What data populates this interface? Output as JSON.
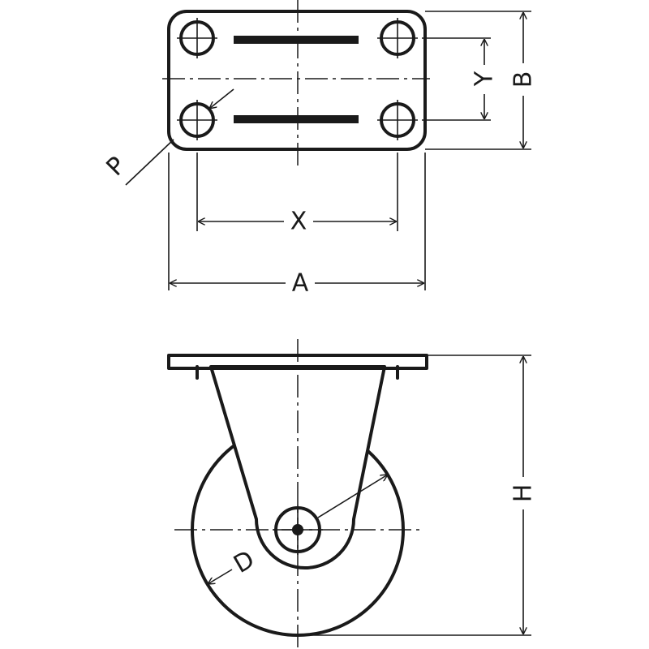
{
  "labels": {
    "A": "A",
    "B": "B",
    "X": "X",
    "Y": "Y",
    "P": "P",
    "H": "H",
    "D": "D"
  },
  "colors": {
    "line": "#1a1a1a",
    "background": "#ffffff",
    "slot": "#1a1a1a"
  }
}
